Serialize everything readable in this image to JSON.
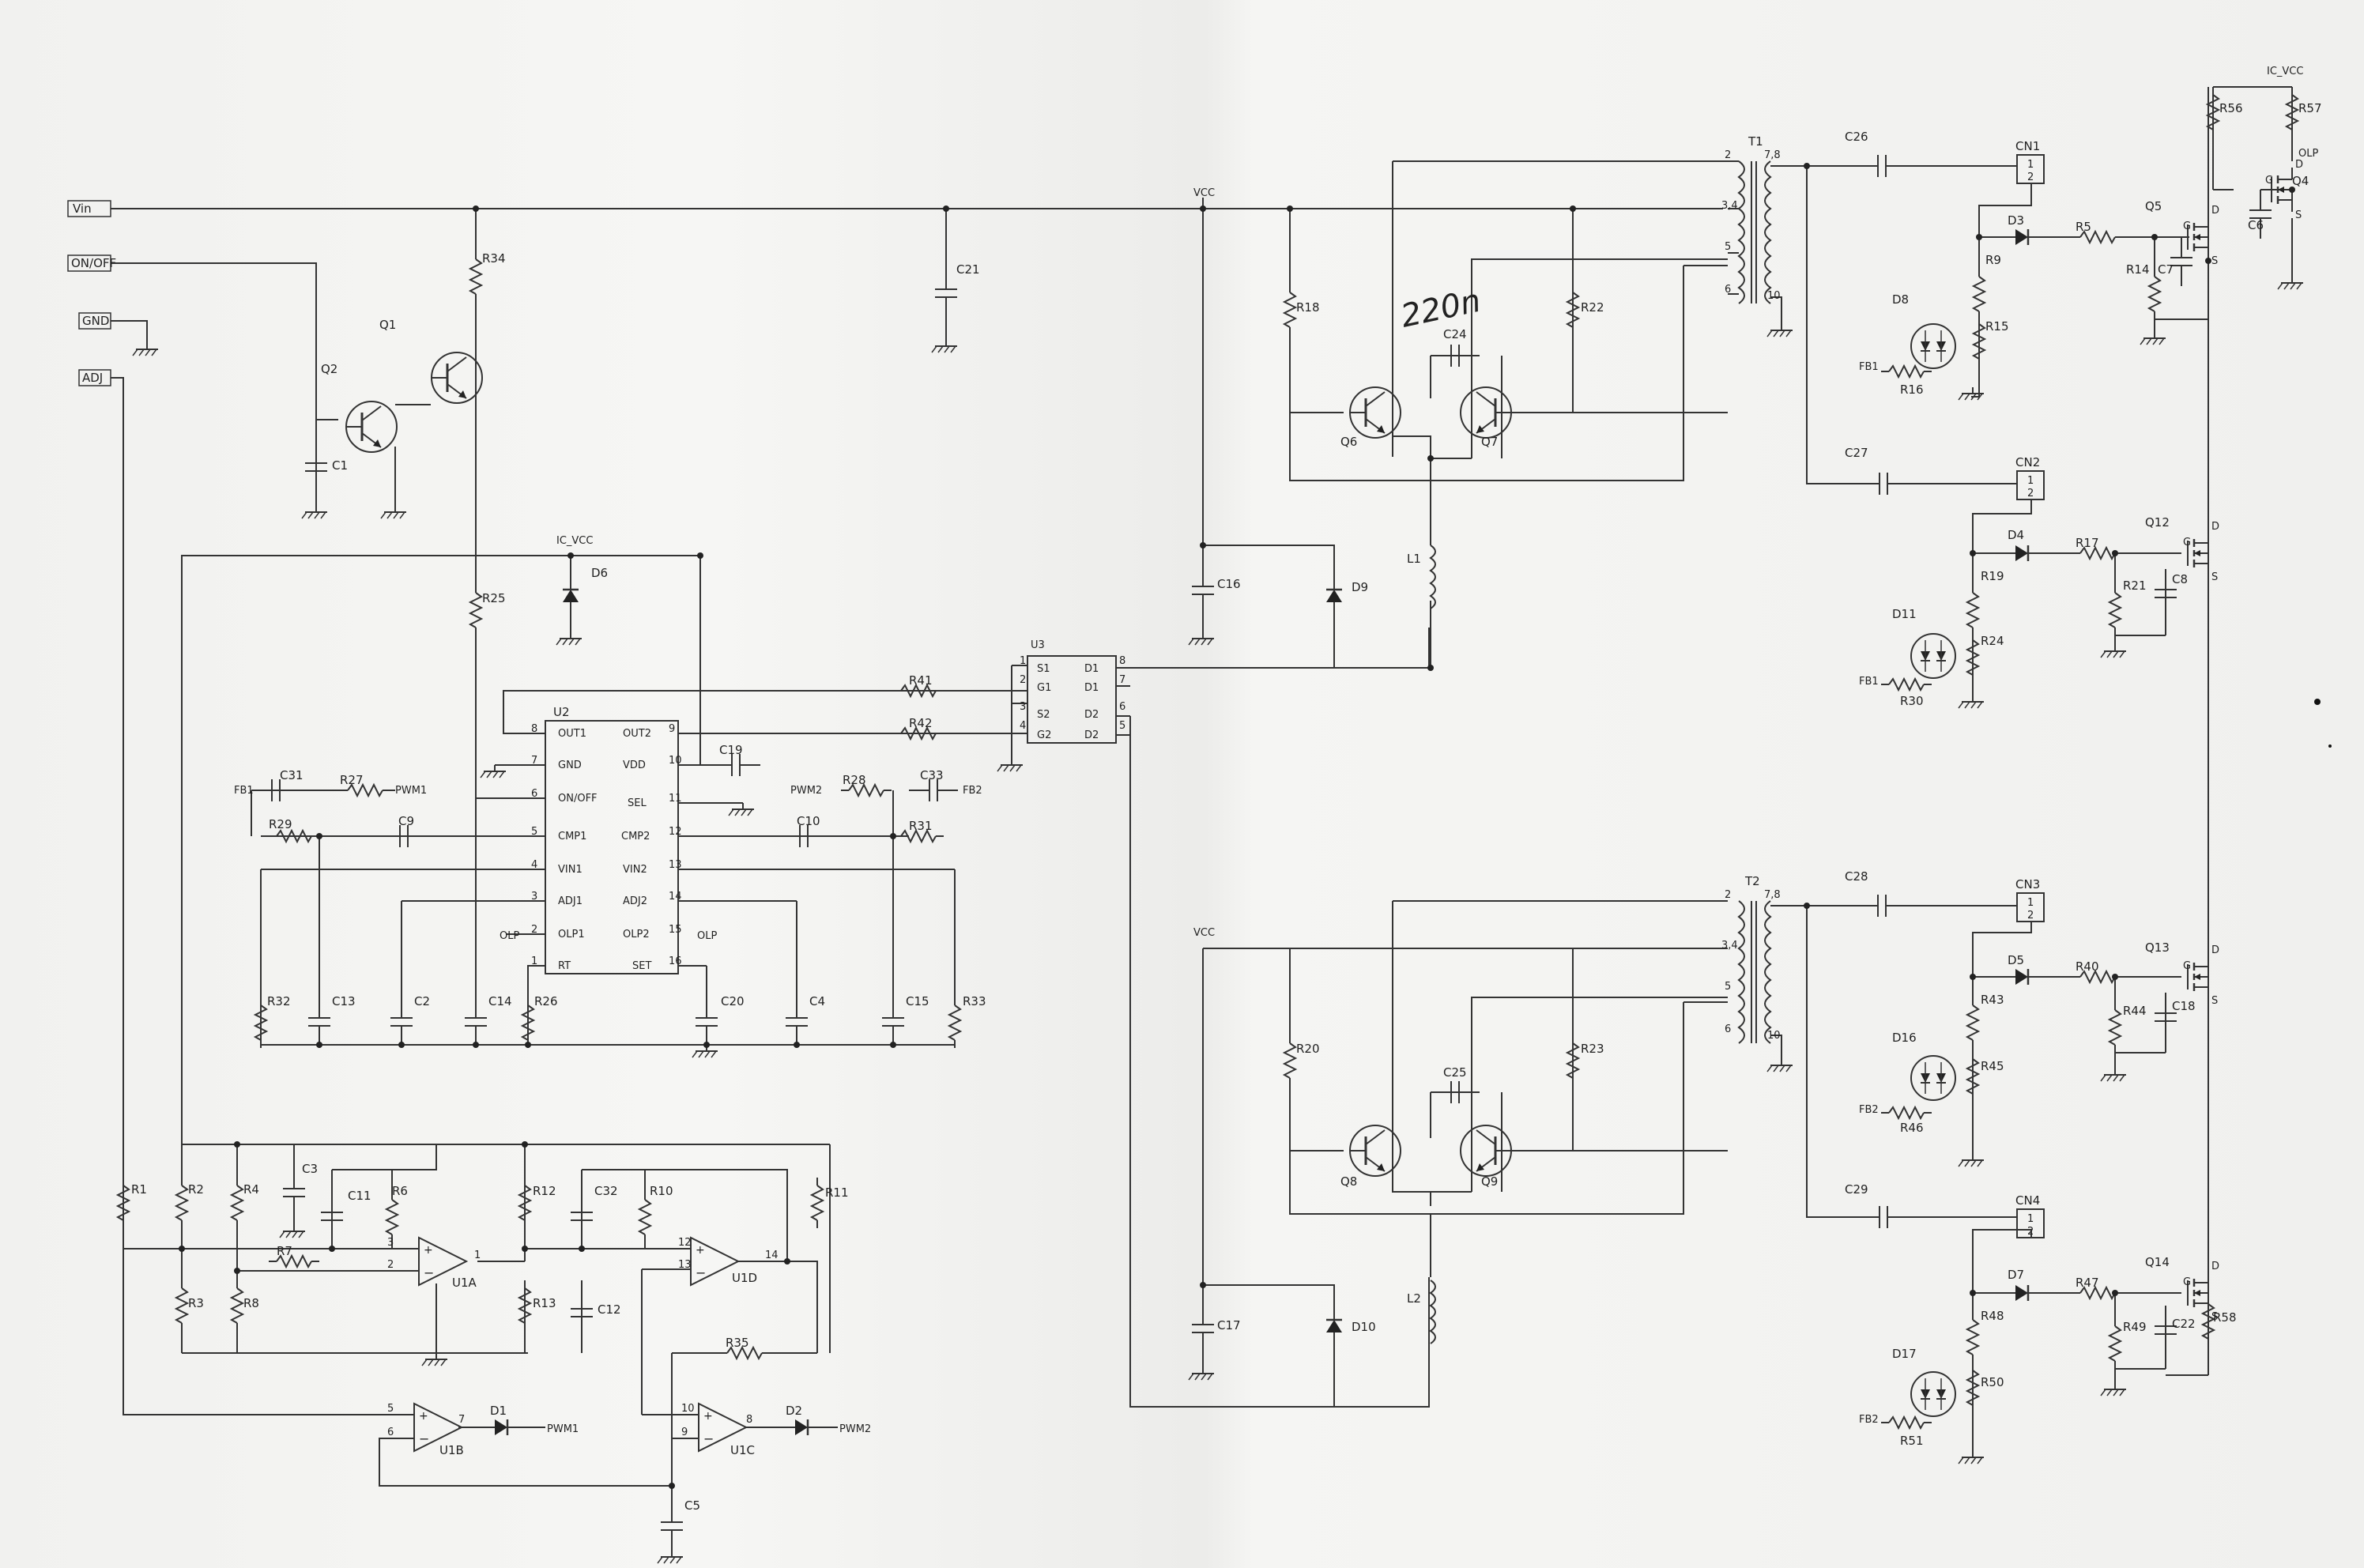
{
  "colors": {
    "ink": "#333333",
    "paper": "#f3f3f1"
  },
  "ports": [
    {
      "id": "vin",
      "label": "Vin"
    },
    {
      "id": "onoff",
      "label": "ON/OFF"
    },
    {
      "id": "gnd",
      "label": "GND"
    },
    {
      "id": "adj",
      "label": "ADJ"
    }
  ],
  "nets": {
    "vcc_top": "VCC",
    "vcc_bottom": "VCC",
    "ic_vcc_top": "IC_VCC",
    "ic_vcc_mid": "IC_VCC",
    "olp_out": "OLP",
    "olp_in": "OLP",
    "pwm1": "PWM1",
    "pwm2": "PWM2",
    "pwm1_out": "PWM1",
    "pwm2_out": "PWM2",
    "fb1_a": "FB1",
    "fb2_a": "FB2",
    "fb1_b": "FB1",
    "fb1_c": "FB1",
    "fb2_b": "FB2",
    "fb2_c": "FB2"
  },
  "handwritten_note": "220n",
  "u2": {
    "ref": "U2",
    "left_pins": [
      {
        "num": "8",
        "name": "OUT1"
      },
      {
        "num": "7",
        "name": "GND"
      },
      {
        "num": "6",
        "name": "ON/OFF"
      },
      {
        "num": "5",
        "name": "CMP1"
      },
      {
        "num": "4",
        "name": "VIN1"
      },
      {
        "num": "3",
        "name": "ADJ1"
      },
      {
        "num": "2",
        "name": "OLP1"
      },
      {
        "num": "1",
        "name": "RT"
      }
    ],
    "right_pins": [
      {
        "num": "9",
        "name": "OUT2"
      },
      {
        "num": "10",
        "name": "VDD"
      },
      {
        "num": "11",
        "name": "SEL"
      },
      {
        "num": "12",
        "name": "CMP2"
      },
      {
        "num": "13",
        "name": "VIN2"
      },
      {
        "num": "14",
        "name": "ADJ2"
      },
      {
        "num": "15",
        "name": "OLP2"
      },
      {
        "num": "16",
        "name": "SET"
      }
    ]
  },
  "u3": {
    "ref": "U3",
    "left_pins": [
      {
        "num": "1",
        "name": "S1"
      },
      {
        "num": "2",
        "name": "G1"
      },
      {
        "num": "3",
        "name": "S2"
      },
      {
        "num": "4",
        "name": "G2"
      }
    ],
    "right_pins": [
      {
        "num": "8",
        "name": "D1"
      },
      {
        "num": "7",
        "name": "D1"
      },
      {
        "num": "6",
        "name": "D2"
      },
      {
        "num": "5",
        "name": "D2"
      }
    ]
  },
  "transformers": [
    {
      "ref": "T1",
      "pins": [
        "2",
        "3,4",
        "5",
        "6",
        "7,8",
        "10"
      ]
    },
    {
      "ref": "T2",
      "pins": [
        "2",
        "3,4",
        "5",
        "6",
        "7,8",
        "10"
      ]
    }
  ],
  "connectors": [
    {
      "ref": "CN1",
      "pins": [
        "1",
        "2"
      ]
    },
    {
      "ref": "CN2",
      "pins": [
        "1",
        "2"
      ]
    },
    {
      "ref": "CN3",
      "pins": [
        "1",
        "2"
      ]
    },
    {
      "ref": "CN4",
      "pins": [
        "1",
        "2"
      ]
    }
  ],
  "opamps": [
    {
      "ref": "U1A",
      "pins": [
        "3",
        "2",
        "1"
      ]
    },
    {
      "ref": "U1D",
      "pins": [
        "12",
        "13",
        "14"
      ]
    },
    {
      "ref": "U1B",
      "pins": [
        "5",
        "6",
        "7"
      ]
    },
    {
      "ref": "U1C",
      "pins": [
        "10",
        "9",
        "8"
      ]
    }
  ],
  "mosfet_pins": {
    "g": "G",
    "d": "D",
    "s": "S"
  },
  "resistors": [
    {
      "ref": "R34"
    },
    {
      "ref": "R25"
    },
    {
      "ref": "R27"
    },
    {
      "ref": "R29"
    },
    {
      "ref": "R32"
    },
    {
      "ref": "R26"
    },
    {
      "ref": "R28"
    },
    {
      "ref": "R31"
    },
    {
      "ref": "R33"
    },
    {
      "ref": "R41"
    },
    {
      "ref": "R42"
    },
    {
      "ref": "R18"
    },
    {
      "ref": "R22"
    },
    {
      "ref": "R20"
    },
    {
      "ref": "R23"
    },
    {
      "ref": "R1"
    },
    {
      "ref": "R2"
    },
    {
      "ref": "R3"
    },
    {
      "ref": "R4"
    },
    {
      "ref": "R8"
    },
    {
      "ref": "R6"
    },
    {
      "ref": "R7"
    },
    {
      "ref": "R12"
    },
    {
      "ref": "R13"
    },
    {
      "ref": "R10"
    },
    {
      "ref": "R11"
    },
    {
      "ref": "R35"
    },
    {
      "ref": "R5"
    },
    {
      "ref": "R9"
    },
    {
      "ref": "R14"
    },
    {
      "ref": "R15"
    },
    {
      "ref": "R16"
    },
    {
      "ref": "R17"
    },
    {
      "ref": "R19"
    },
    {
      "ref": "R21"
    },
    {
      "ref": "R24"
    },
    {
      "ref": "R30"
    },
    {
      "ref": "R40"
    },
    {
      "ref": "R43"
    },
    {
      "ref": "R44"
    },
    {
      "ref": "R45"
    },
    {
      "ref": "R46"
    },
    {
      "ref": "R47"
    },
    {
      "ref": "R48"
    },
    {
      "ref": "R49"
    },
    {
      "ref": "R50"
    },
    {
      "ref": "R51"
    },
    {
      "ref": "R56"
    },
    {
      "ref": "R57"
    },
    {
      "ref": "R58"
    }
  ],
  "capacitors": [
    {
      "ref": "C21"
    },
    {
      "ref": "C1"
    },
    {
      "ref": "C31"
    },
    {
      "ref": "C9"
    },
    {
      "ref": "C13"
    },
    {
      "ref": "C2"
    },
    {
      "ref": "C14"
    },
    {
      "ref": "C19"
    },
    {
      "ref": "C33"
    },
    {
      "ref": "C10"
    },
    {
      "ref": "C20"
    },
    {
      "ref": "C4"
    },
    {
      "ref": "C15"
    },
    {
      "ref": "C24"
    },
    {
      "ref": "C25"
    },
    {
      "ref": "C16"
    },
    {
      "ref": "C17"
    },
    {
      "ref": "C3"
    },
    {
      "ref": "C11"
    },
    {
      "ref": "C32"
    },
    {
      "ref": "C12"
    },
    {
      "ref": "C5"
    },
    {
      "ref": "C26"
    },
    {
      "ref": "C27"
    },
    {
      "ref": "C28"
    },
    {
      "ref": "C29"
    },
    {
      "ref": "C7"
    },
    {
      "ref": "C8"
    },
    {
      "ref": "C18"
    },
    {
      "ref": "C22"
    },
    {
      "ref": "C6"
    }
  ],
  "transistors": [
    {
      "ref": "Q1"
    },
    {
      "ref": "Q2"
    },
    {
      "ref": "Q6"
    },
    {
      "ref": "Q7"
    },
    {
      "ref": "Q8"
    },
    {
      "ref": "Q9"
    },
    {
      "ref": "Q5"
    },
    {
      "ref": "Q12"
    },
    {
      "ref": "Q13"
    },
    {
      "ref": "Q14"
    },
    {
      "ref": "Q4"
    }
  ],
  "diodes": [
    {
      "ref": "D6"
    },
    {
      "ref": "D9"
    },
    {
      "ref": "D10"
    },
    {
      "ref": "D1"
    },
    {
      "ref": "D2"
    },
    {
      "ref": "D3"
    },
    {
      "ref": "D4"
    },
    {
      "ref": "D5"
    },
    {
      "ref": "D7"
    }
  ],
  "optocouplers": [
    {
      "ref": "D8"
    },
    {
      "ref": "D11"
    },
    {
      "ref": "D16"
    },
    {
      "ref": "D17"
    }
  ],
  "inductors": [
    {
      "ref": "L1"
    },
    {
      "ref": "L2"
    }
  ]
}
